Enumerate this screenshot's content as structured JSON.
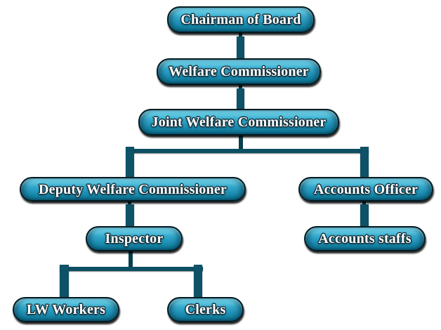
{
  "org_chart": {
    "type": "organization-hierarchy",
    "nodes": [
      {
        "id": "chairman-of-board",
        "label": "Chairman of Board",
        "reports_to": null
      },
      {
        "id": "welfare-commissioner",
        "label": "Welfare Commissioner",
        "reports_to": "chairman-of-board"
      },
      {
        "id": "joint-welfare-commissioner",
        "label": "Joint Welfare Commissioner",
        "reports_to": "welfare-commissioner"
      },
      {
        "id": "deputy-welfare-commissioner",
        "label": "Deputy Welfare Commissioner",
        "reports_to": "joint-welfare-commissioner"
      },
      {
        "id": "accounts-officer",
        "label": "Accounts Officer",
        "reports_to": "joint-welfare-commissioner"
      },
      {
        "id": "inspector",
        "label": "Inspector",
        "reports_to": "deputy-welfare-commissioner"
      },
      {
        "id": "accounts-staffs",
        "label": "Accounts staffs",
        "reports_to": "accounts-officer"
      },
      {
        "id": "lw-workers",
        "label": "LW Workers",
        "reports_to": "inspector"
      },
      {
        "id": "clerks",
        "label": "Clerks",
        "reports_to": "inspector"
      }
    ]
  },
  "theme": {
    "node_highlight": "#64c9e1",
    "node_fill": "#2497bc",
    "node_shade": "#0a5872",
    "node_border": "#041a21",
    "connector_color": "#0d5266",
    "text_color": "#ffffff",
    "background": "#ffffff"
  }
}
